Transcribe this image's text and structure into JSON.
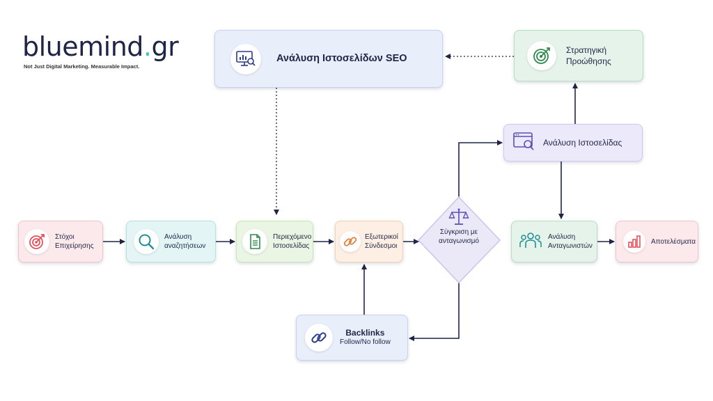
{
  "brand": {
    "name_main": "bluemind",
    "name_dot": ".",
    "name_tld": "gr",
    "tagline": "Not Just Digital Marketing. Measurable Impact.",
    "accent_color": "#3ec6c3",
    "text_color": "#1f2546"
  },
  "nodes": {
    "seo_analysis": {
      "label": "Ανάλυση Ιστοσελίδων SEO",
      "icon": "monitor-chart-magnifier-icon"
    },
    "promotion_strategy": {
      "label_line1": "Στρατηγική",
      "label_line2": "Προώθησης",
      "icon": "target-icon"
    },
    "website_analysis": {
      "label": "Ανάλυση Ιστοσελίδας",
      "icon": "browser-magnifier-icon"
    },
    "business_goals": {
      "label_line1": "Στόχοι",
      "label_line2": "Επιχείρησης",
      "icon": "target-icon"
    },
    "search_analysis": {
      "label_line1": "Ανάλυση",
      "label_line2": "αναζητήσεων",
      "icon": "magnifier-icon"
    },
    "website_content": {
      "label_line1": "Περιεχόμενο",
      "label_line2": "Ιστοσελίδας",
      "icon": "document-icon"
    },
    "external_links": {
      "label_line1": "Εξωτερικοί",
      "label_line2": "Σύνδεσμοι",
      "icon": "link-icon"
    },
    "competitor_comparison": {
      "label_line1": "Σύγκριση με",
      "label_line2": "ανταγωνισμό",
      "icon": "scales-icon"
    },
    "competitor_analysis": {
      "label_line1": "Ανάλυση",
      "label_line2": "Ανταγωνιστών",
      "icon": "people-icon"
    },
    "results": {
      "label": "Αποτελέσματα",
      "icon": "bar-chart-icon"
    },
    "backlinks": {
      "label_line1": "Backlinks",
      "label_line2": "Follow/No follow",
      "icon": "link-icon"
    }
  },
  "edges": [
    {
      "from": "business_goals",
      "to": "search_analysis",
      "style": "solid"
    },
    {
      "from": "search_analysis",
      "to": "website_content",
      "style": "solid"
    },
    {
      "from": "website_content",
      "to": "external_links",
      "style": "solid"
    },
    {
      "from": "external_links",
      "to": "competitor_comparison",
      "style": "solid"
    },
    {
      "from": "competitor_comparison",
      "to": "website_analysis",
      "style": "solid"
    },
    {
      "from": "competitor_comparison",
      "to": "backlinks",
      "style": "solid"
    },
    {
      "from": "backlinks",
      "to": "external_links",
      "style": "solid"
    },
    {
      "from": "website_analysis",
      "to": "promotion_strategy",
      "style": "solid"
    },
    {
      "from": "website_analysis",
      "to": "competitor_analysis",
      "style": "solid"
    },
    {
      "from": "competitor_analysis",
      "to": "results",
      "style": "solid"
    },
    {
      "from": "promotion_strategy",
      "to": "seo_analysis",
      "style": "dotted"
    },
    {
      "from": "seo_analysis",
      "to": "website_content",
      "style": "dotted"
    }
  ],
  "colors": {
    "arrow": "#1f2546",
    "red_icon": "#e4505c",
    "teal_icon": "#1f8f95",
    "green_icon": "#2f8a4e",
    "orange_icon": "#e0823b",
    "purple_icon": "#5b4fb4",
    "navy_icon": "#2a3a8a"
  }
}
